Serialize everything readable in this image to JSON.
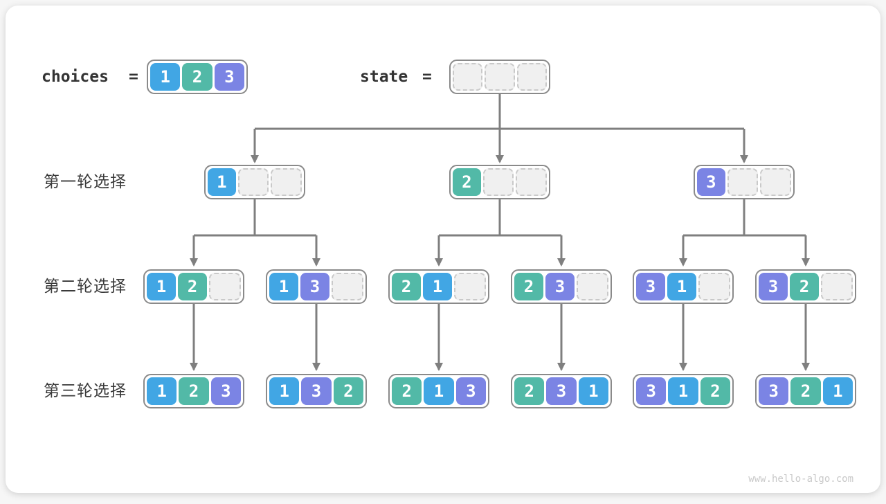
{
  "colors": {
    "value1_blue": "#41a6e4",
    "value2_teal": "#52b9a7",
    "value3_purple": "#7b84e4",
    "empty_fill": "#f0f0f0",
    "line_gray": "#7f7f7f",
    "box_border": "#8a8a8a"
  },
  "header": {
    "choices_label": "choices",
    "state_label": "state",
    "equals": "=",
    "choices_values": [
      1,
      2,
      3
    ],
    "state_values": [
      null,
      null,
      null
    ]
  },
  "row_labels": [
    "第一轮选择",
    "第二轮选择",
    "第三轮选择"
  ],
  "tree": {
    "row1": [
      [
        1,
        null,
        null
      ],
      [
        2,
        null,
        null
      ],
      [
        3,
        null,
        null
      ]
    ],
    "row2": [
      [
        1,
        2,
        null
      ],
      [
        1,
        3,
        null
      ],
      [
        2,
        1,
        null
      ],
      [
        2,
        3,
        null
      ],
      [
        3,
        1,
        null
      ],
      [
        3,
        2,
        null
      ]
    ],
    "row3": [
      [
        1,
        2,
        3
      ],
      [
        1,
        3,
        2
      ],
      [
        2,
        1,
        3
      ],
      [
        2,
        3,
        1
      ],
      [
        3,
        1,
        2
      ],
      [
        3,
        2,
        1
      ]
    ]
  },
  "watermark": "www.hello-algo.com"
}
